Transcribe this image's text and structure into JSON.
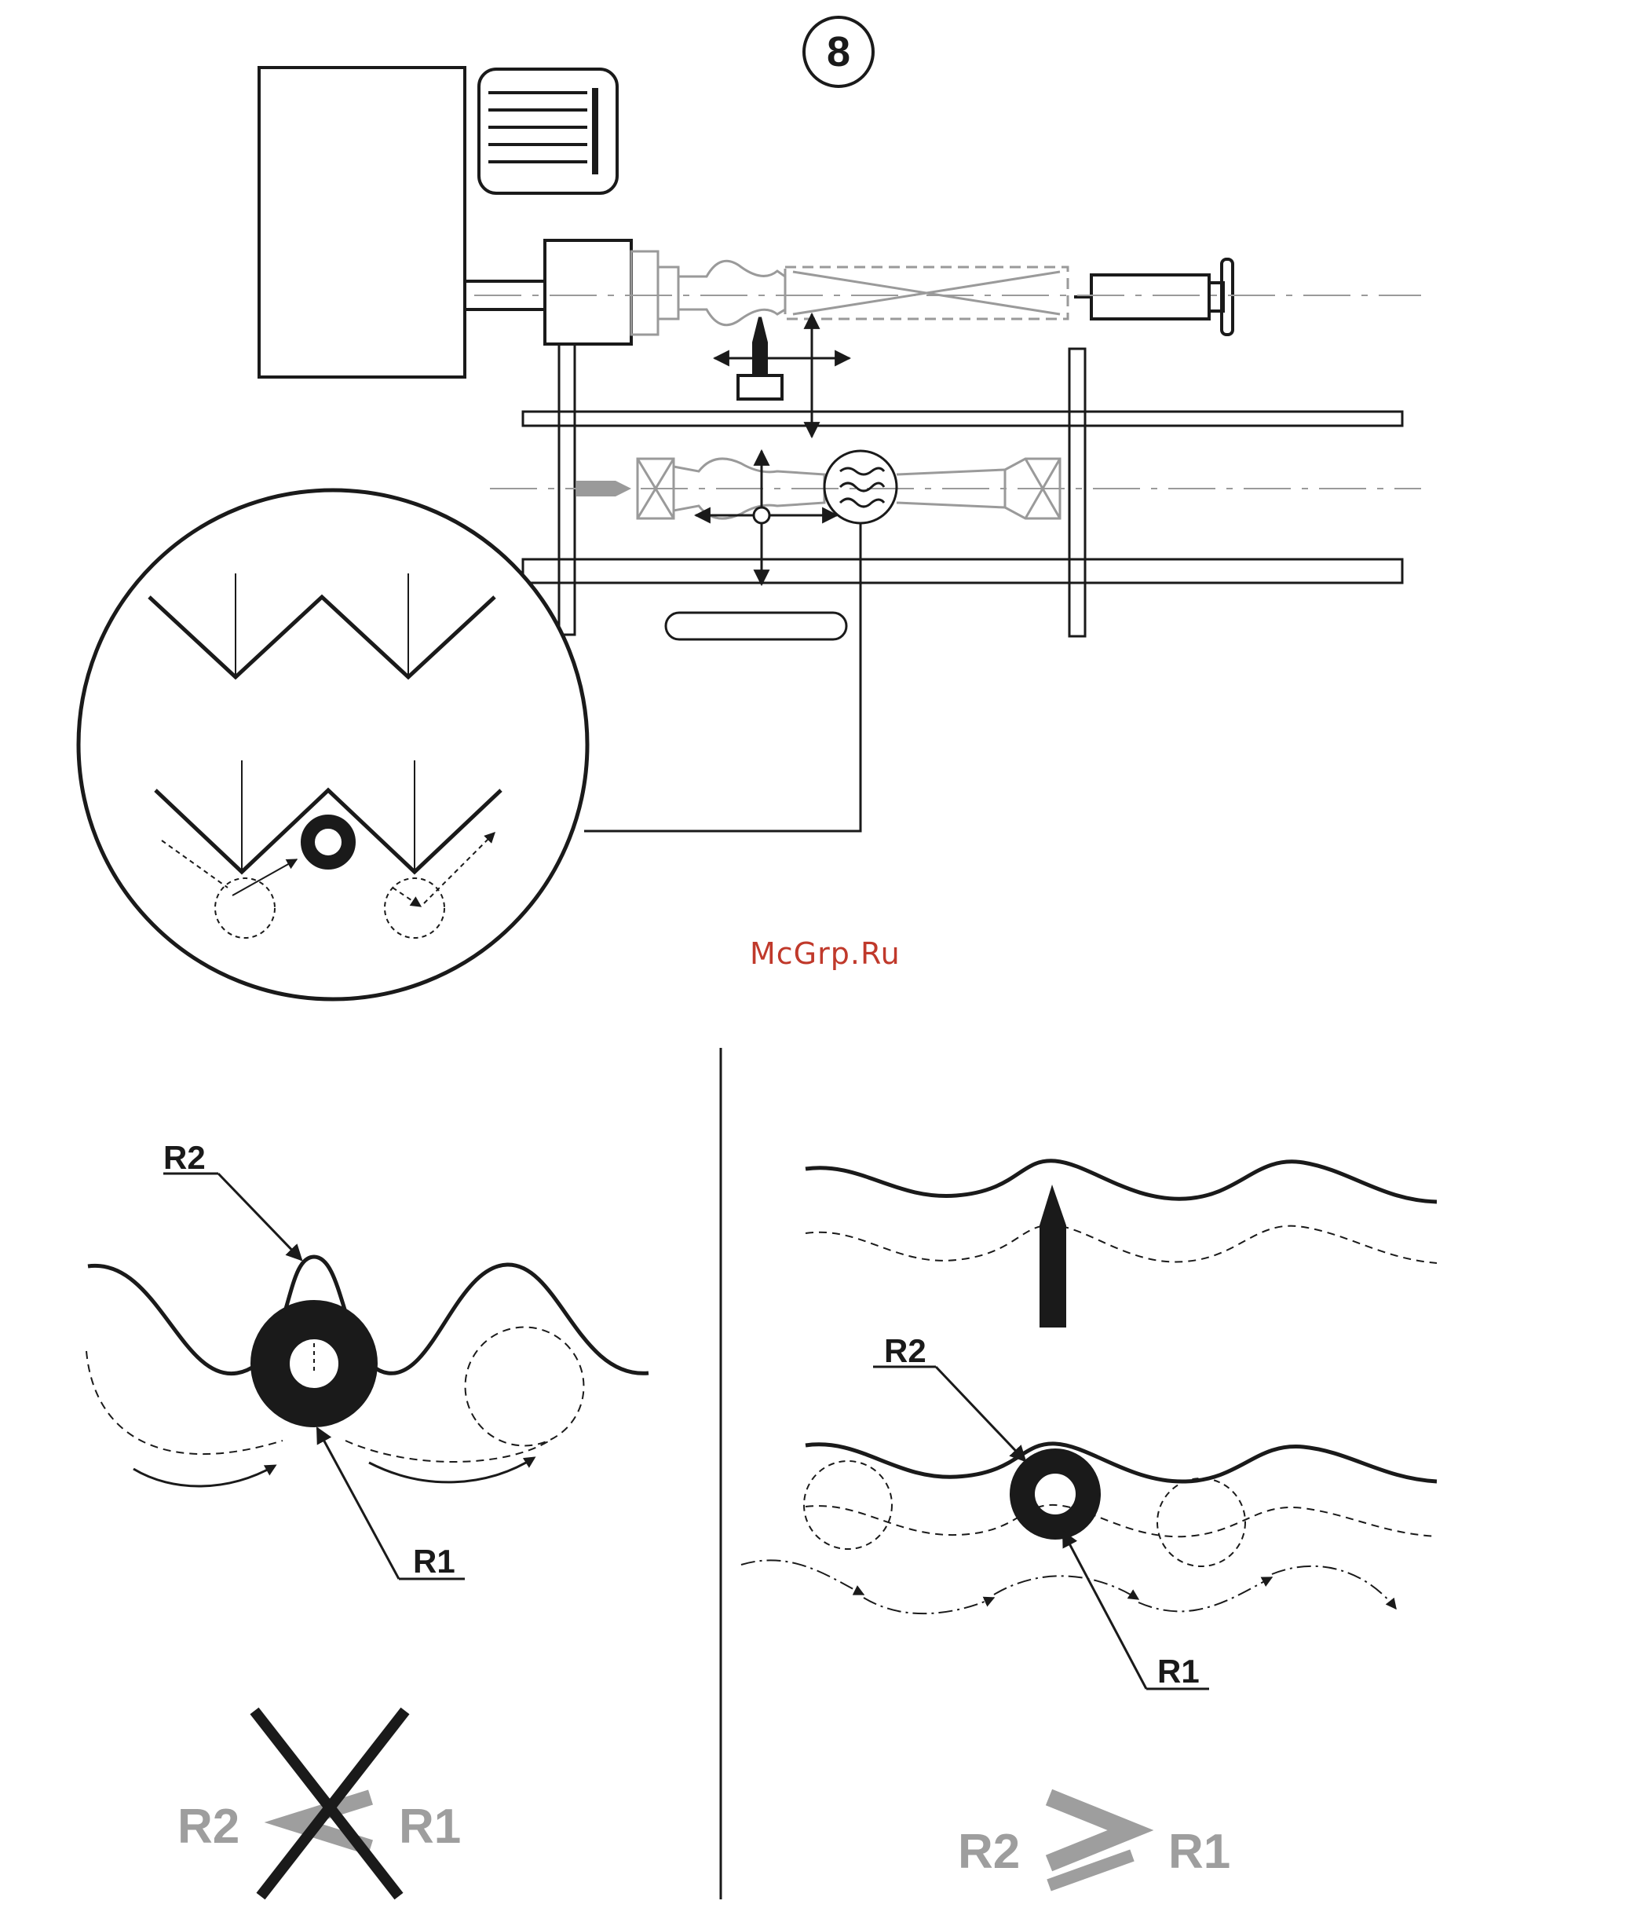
{
  "figure": {
    "number": "8"
  },
  "watermark": {
    "text": "McGrp.Ru"
  },
  "left_panel": {
    "label_r2": "R2",
    "label_r1": "R1",
    "rule": {
      "left": "R2",
      "right": "R1",
      "relation": "less-than",
      "crossed_out": true
    }
  },
  "right_panel": {
    "label_r2": "R2",
    "label_r1": "R1",
    "rule": {
      "left": "R2",
      "right": "R1",
      "relation": "greater-or-equal",
      "crossed_out": false
    }
  },
  "colors": {
    "line": "#1a1a1a",
    "faint_line": "#9a9a9a",
    "watermark": "#c0392b",
    "rule_text": "#9e9e9e"
  }
}
